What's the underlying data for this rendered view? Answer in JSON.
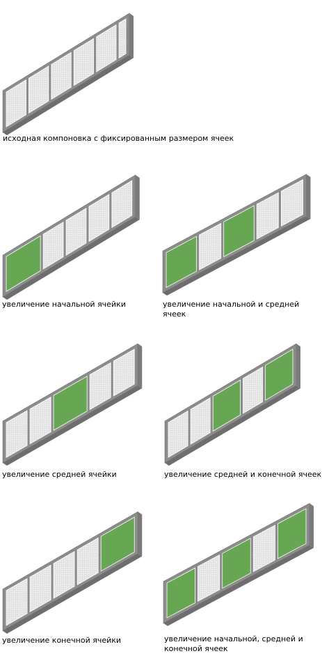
{
  "colors": {
    "frame": "#8c8c8c",
    "frame_dark": "#6e6e6e",
    "cell_default": "#e9e9e9",
    "cell_enlarged": "#67a652",
    "inner_edge": "#ffffff"
  },
  "panels": [
    {
      "caption": "исходная компоновка с фиксированным размером ячеек",
      "cells": [
        1,
        1,
        1,
        1,
        1,
        0.35
      ],
      "enlarged": []
    },
    {
      "caption": "увеличение начальной ячейки",
      "cells": [
        1.7,
        1,
        1,
        1,
        1
      ],
      "enlarged": [
        0
      ]
    },
    {
      "caption": "увеличение начальной и средней ячеек",
      "cells": [
        1.4,
        1,
        1.4,
        1,
        1
      ],
      "enlarged": [
        0,
        2
      ]
    },
    {
      "caption": "увеличение средней ячейки",
      "cells": [
        1,
        1,
        1.6,
        1,
        1
      ],
      "enlarged": [
        2
      ]
    },
    {
      "caption": "увеличение средней и конечной ячеек",
      "cells": [
        1,
        1,
        1.4,
        1,
        1.4
      ],
      "enlarged": [
        2,
        4
      ]
    },
    {
      "caption": "увеличение конечной ячейки",
      "cells": [
        1,
        1,
        1,
        1,
        1.6
      ],
      "enlarged": [
        4
      ]
    },
    {
      "caption": "увеличение начальной, средней и конечной ячеек",
      "cells": [
        1.3,
        1,
        1.3,
        1,
        1.3
      ],
      "enlarged": [
        0,
        2,
        4
      ]
    }
  ]
}
